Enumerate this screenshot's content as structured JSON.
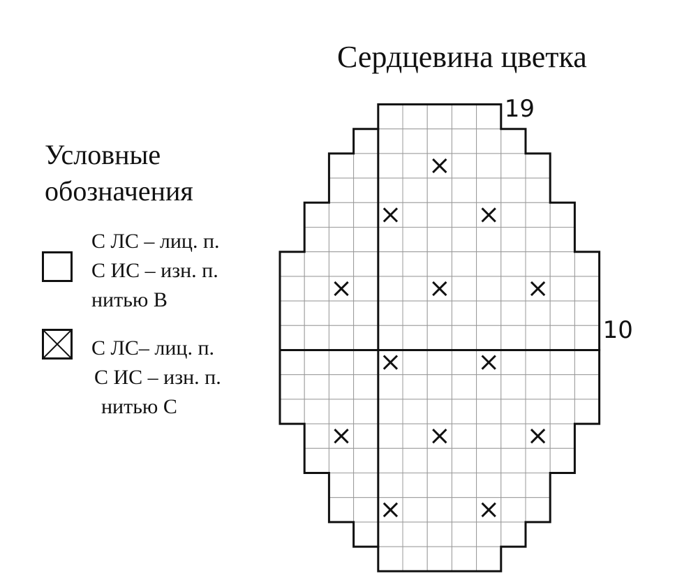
{
  "title": "Сердцевина цветка",
  "legend": {
    "heading": [
      "Условные",
      "обозначения"
    ],
    "items": [
      {
        "symbol": "empty-square",
        "lines": [
          "С ЛС – лиц. п.",
          "С ИС – изн. п.",
          "нитью В"
        ]
      },
      {
        "symbol": "crossed-square",
        "lines": [
          "С ЛС– лиц. п.",
          "С ИС – изн. п.",
          "нитью С"
        ]
      }
    ]
  },
  "chart_data": {
    "type": "knitting-chart",
    "rows": 19,
    "columns": 13,
    "row_labels": [
      {
        "row": 19,
        "text": "19"
      },
      {
        "row": 10,
        "text": "10"
      }
    ],
    "row_extents": [
      {
        "row": 19,
        "from": 5,
        "to": 9
      },
      {
        "row": 18,
        "from": 4,
        "to": 10
      },
      {
        "row": 17,
        "from": 3,
        "to": 11
      },
      {
        "row": 16,
        "from": 3,
        "to": 11
      },
      {
        "row": 15,
        "from": 2,
        "to": 12
      },
      {
        "row": 14,
        "from": 2,
        "to": 12
      },
      {
        "row": 13,
        "from": 1,
        "to": 13
      },
      {
        "row": 12,
        "from": 1,
        "to": 13
      },
      {
        "row": 11,
        "from": 1,
        "to": 13
      },
      {
        "row": 10,
        "from": 1,
        "to": 13
      },
      {
        "row": 9,
        "from": 1,
        "to": 13
      },
      {
        "row": 8,
        "from": 1,
        "to": 13
      },
      {
        "row": 7,
        "from": 1,
        "to": 13
      },
      {
        "row": 6,
        "from": 2,
        "to": 12
      },
      {
        "row": 5,
        "from": 2,
        "to": 12
      },
      {
        "row": 4,
        "from": 3,
        "to": 11
      },
      {
        "row": 3,
        "from": 3,
        "to": 11
      },
      {
        "row": 2,
        "from": 4,
        "to": 10
      },
      {
        "row": 1,
        "from": 5,
        "to": 9
      }
    ],
    "contrast_stitches": [
      {
        "row": 17,
        "col": 7
      },
      {
        "row": 15,
        "col": 5
      },
      {
        "row": 15,
        "col": 9
      },
      {
        "row": 12,
        "col": 3
      },
      {
        "row": 12,
        "col": 7
      },
      {
        "row": 12,
        "col": 11
      },
      {
        "row": 9,
        "col": 5
      },
      {
        "row": 9,
        "col": 9
      },
      {
        "row": 6,
        "col": 3
      },
      {
        "row": 6,
        "col": 7
      },
      {
        "row": 6,
        "col": 11
      },
      {
        "row": 3,
        "col": 5
      },
      {
        "row": 3,
        "col": 9
      }
    ],
    "divider_row": 10,
    "divider_column": 4,
    "colors": {
      "line": "#111111",
      "grid": "#9a9a9a",
      "background": "#ffffff"
    }
  }
}
